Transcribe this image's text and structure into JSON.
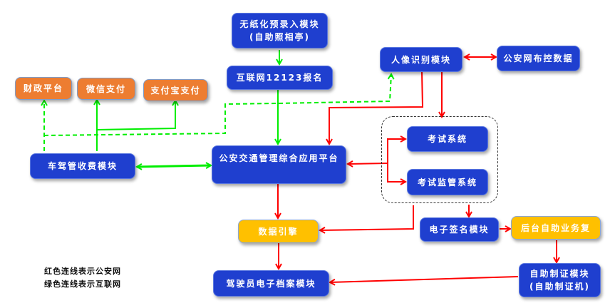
{
  "colors": {
    "module_blue": "#1f3fcf",
    "payment_orange": "#ed7d31",
    "engine_yellow": "#ffc000",
    "public_security_link": "#ff0000",
    "internet_link": "#00ee00"
  },
  "nodes": {
    "paperless_entry": {
      "line1": "无纸化预录入模块",
      "line2": "(自助照相亭)"
    },
    "internet_12123": {
      "label": "互联网12123报名"
    },
    "face_recognition": {
      "label": "人像识别模块"
    },
    "police_control_data": {
      "label": "公安网布控数据"
    },
    "finance_platform": {
      "label": "财政平台"
    },
    "wechat_pay": {
      "label": "微信支付"
    },
    "alipay": {
      "label": "支付宝支付"
    },
    "fee_module": {
      "label": "车驾管收费模块"
    },
    "traffic_platform": {
      "label": "公安交通管理综合应用平台"
    },
    "exam_system": {
      "label": "考试系统"
    },
    "exam_supervision": {
      "label": "考试监管系统"
    },
    "data_engine": {
      "label": "数据引擎"
    },
    "e_signature": {
      "label": "电子签名模块"
    },
    "backend_review": {
      "label": "后台自助业务复"
    },
    "self_certificate": {
      "line1": "自助制证模块",
      "line2": "(自助制证机)"
    },
    "driver_archive": {
      "label": "驾驶员电子档案模块"
    }
  },
  "legend": {
    "red_line": "红色连线表示公安网",
    "green_line": "绿色连线表示互联网"
  }
}
